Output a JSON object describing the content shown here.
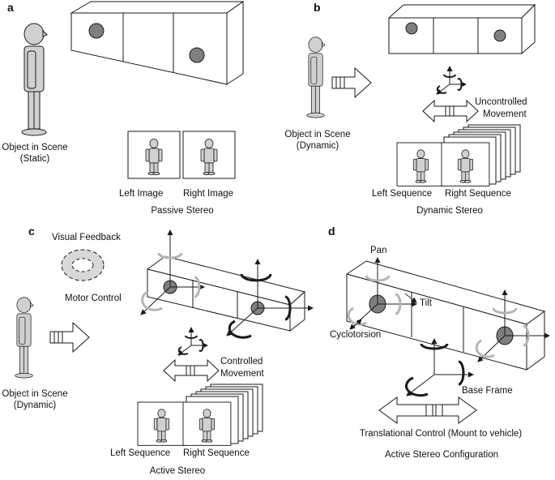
{
  "panels": {
    "a": {
      "letter": "a",
      "object_line1": "Object in Scene",
      "object_line2": "(Static)",
      "left_label": "Left Image",
      "right_label": "Right Image",
      "caption": "Passive Stereo"
    },
    "b": {
      "letter": "b",
      "object_line1": "Object in Scene",
      "object_line2": "(Dynamic)",
      "movement_line1": "Uncontrolled",
      "movement_line2": "Movement",
      "left_label": "Left Sequence",
      "right_label": "Right Sequence",
      "caption": "Dynamic Stereo"
    },
    "c": {
      "letter": "c",
      "feedback_label": "Visual Feedback",
      "motor_label": "Motor Control",
      "object_line1": "Object in Scene",
      "object_line2": "(Dynamic)",
      "movement_line1": "Controlled",
      "movement_line2": "Movement",
      "left_label": "Left Sequence",
      "right_label": "Right Sequence",
      "caption": "Active Stereo"
    },
    "d": {
      "letter": "d",
      "pan_label": "Pan",
      "tilt_label": "Tilt",
      "cyclo_label": "Cyclotorsion",
      "base_label": "Base Frame",
      "translational_label": "Translational Control (Mount to vehicle)",
      "caption": "Active Stereo Configuration"
    }
  },
  "colors": {
    "line": "#1a1a1a",
    "camera_fill": "#ffffff",
    "lens_fill": "#7f7f7f",
    "person_fill": "#d0d0d0",
    "light_arrow": "#b5b5b5"
  }
}
